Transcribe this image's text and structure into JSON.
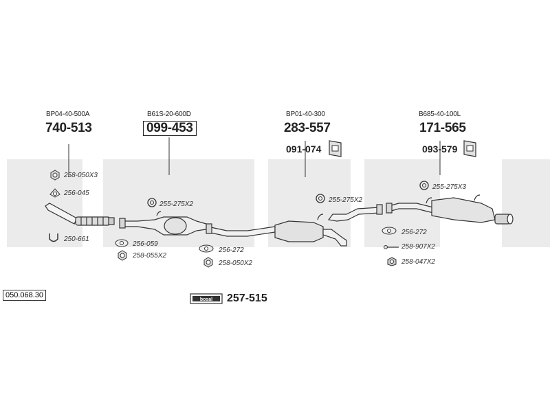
{
  "diagram_ref": "050.068.30",
  "brand": {
    "name": "bosal",
    "watermark_color": "#ebebeb"
  },
  "groups": [
    {
      "code": "BP04-40-500A",
      "number": "740-513"
    },
    {
      "code": "B61S-20-600D",
      "number": "099-453"
    },
    {
      "code": "BP01-40-300",
      "number": "283-557",
      "mount": "091-074"
    },
    {
      "code": "B685-40-100L",
      "number": "171-565",
      "mount": "093-579"
    }
  ],
  "parts": {
    "p1": "258-050X3",
    "p2": "256-045",
    "p3": "250-661",
    "p4": "255-275X2",
    "p5": "256-059",
    "p6": "258-055X2",
    "p7": "256-272",
    "p8": "258-050X2",
    "p9": "255-275X2",
    "p10": "255-275X3",
    "p11": "256-272",
    "p12": "258-907X2",
    "p13": "258-047X2"
  },
  "kit": {
    "number": "257-515",
    "logo_text": "bosal"
  }
}
